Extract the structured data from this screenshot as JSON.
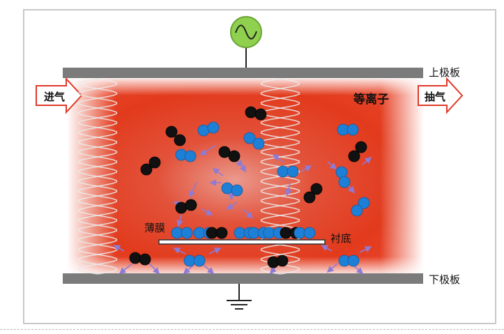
{
  "labels": {
    "upper_plate": "上极板",
    "lower_plate": "下极板",
    "gas_in": "进气",
    "gas_out": "抽气",
    "plasma": "等离子",
    "film": "薄膜",
    "substrate": "衬底"
  },
  "colors": {
    "plasma_core": "#e23a1c",
    "plasma_edge": "#ff9b8a",
    "plate": "#7b7b7b",
    "source": "#8fd14f",
    "blue_particle": "#1e7fd6",
    "black_particle": "#111111",
    "arrow_outline": "#e03a2a"
  },
  "icons": {
    "source": "ac-source-icon",
    "ground": "ground-icon"
  }
}
